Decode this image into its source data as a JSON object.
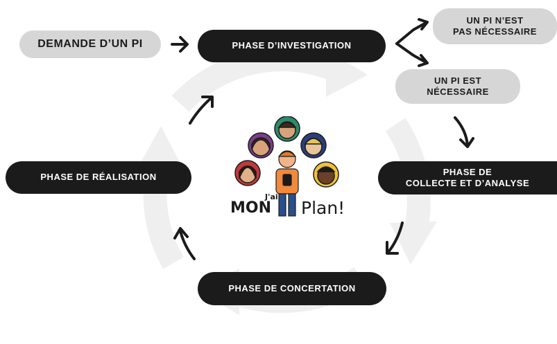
{
  "nodes": {
    "request": "DEMANDE D’UN PI",
    "investigation": "PHASE D’INVESTIGATION",
    "not_needed": "UN PI N’EST\nPAS NÉCESSAIRE",
    "needed": "UN PI EST\nNÉCESSAIRE",
    "collection": "PHASE DE\nCOLLECTE ET D’ANALYSE",
    "consultation": "PHASE DE CONCERTATION",
    "realisation": "PHASE DE RÉALISATION"
  },
  "logo": {
    "small": "J'ai",
    "left": "MON",
    "right": "Plan!"
  },
  "colors": {
    "dark_node": "#1b1b1b",
    "light_node": "#d6d6d6",
    "cycle": "#efefef",
    "arrow": "#1b1b1b",
    "accent_orange": "#f08a3c"
  }
}
